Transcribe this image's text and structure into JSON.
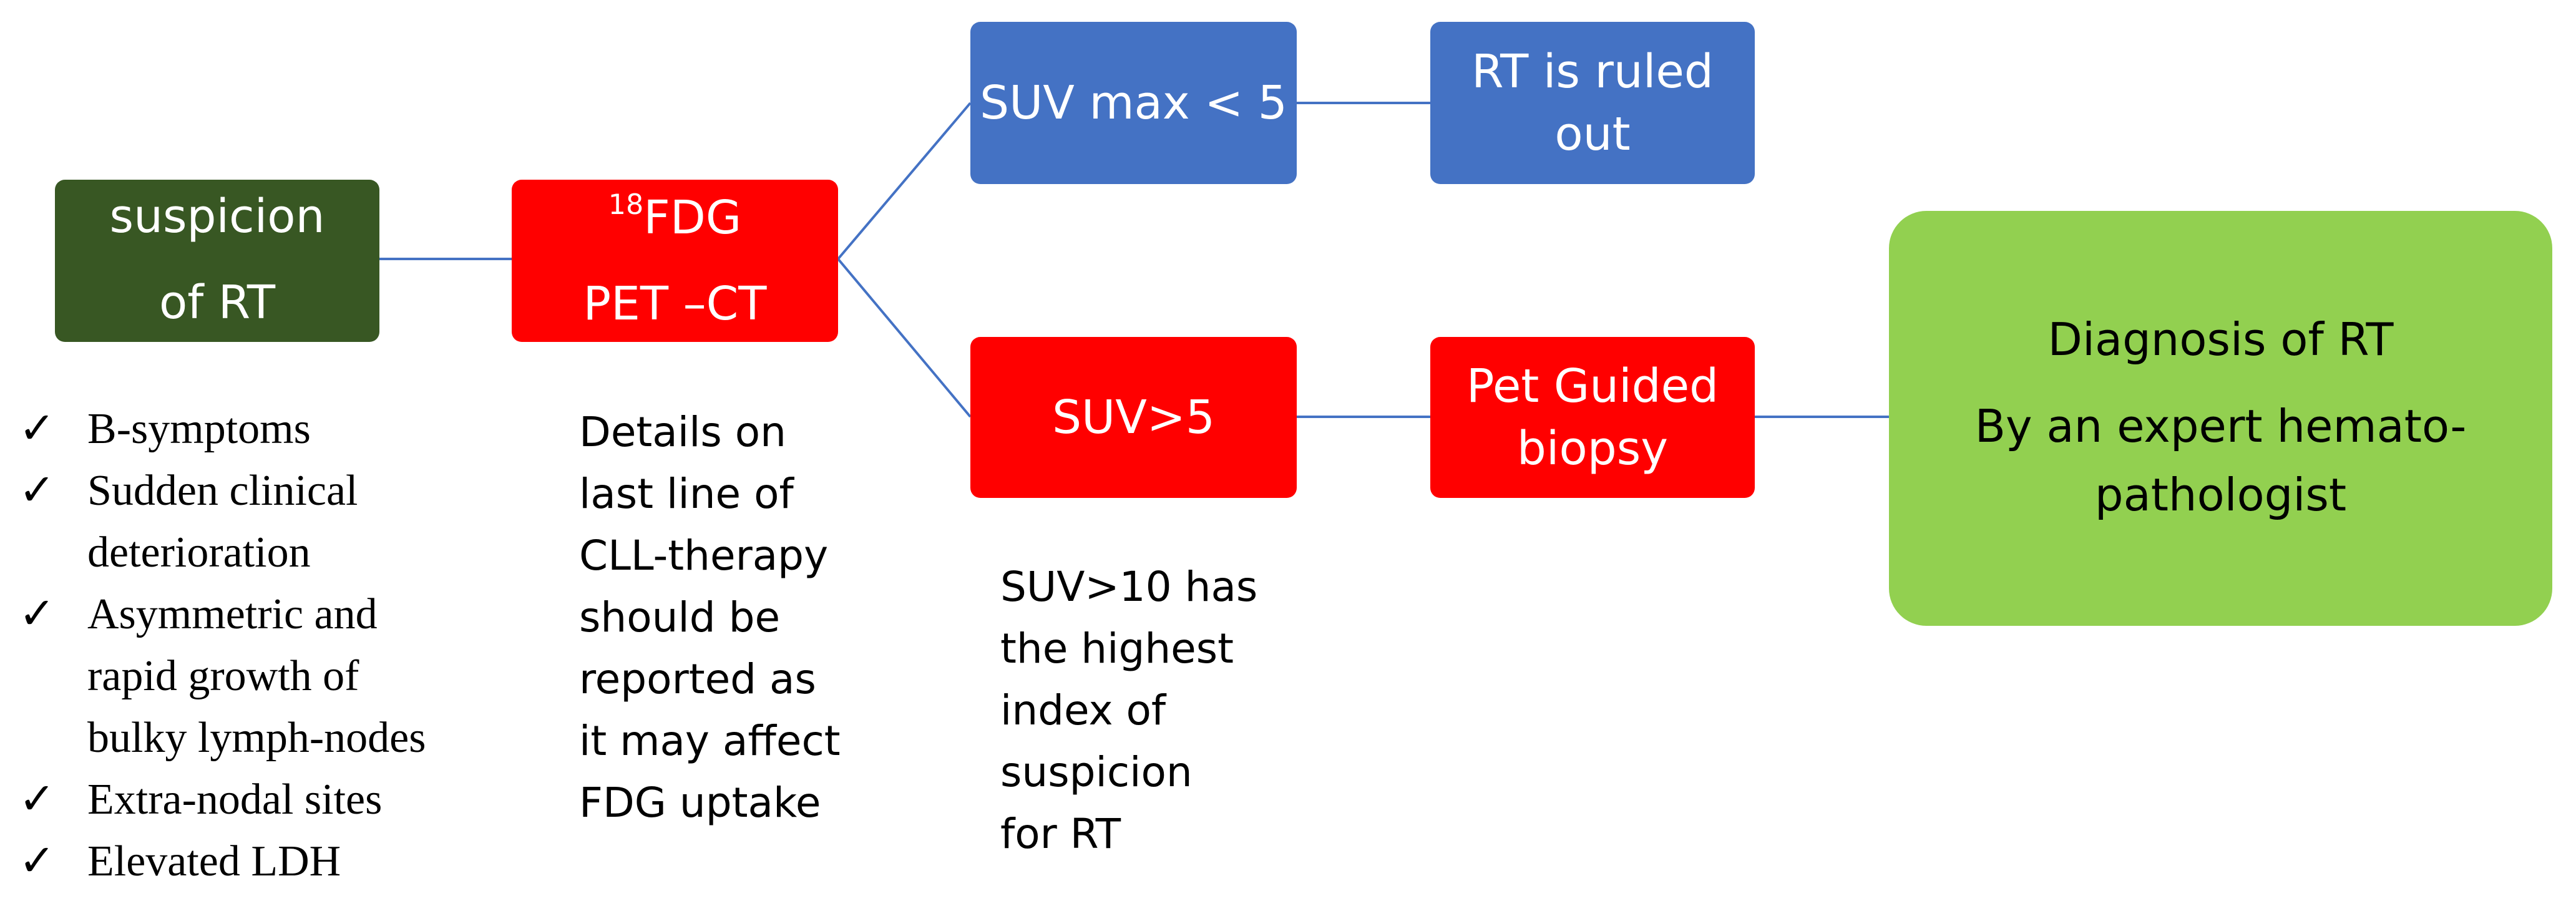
{
  "colors": {
    "dark_green": "#385723",
    "red": "#ff0000",
    "blue": "#4472c4",
    "light_green": "#92d050",
    "connector": "#4472c4"
  },
  "nodes": {
    "suspicion": {
      "lines": [
        "suspicion",
        "of RT"
      ]
    },
    "pet_ct": {
      "superscript": "18",
      "line1": "FDG",
      "line2": "PET –CT"
    },
    "suv_low": {
      "label": "SUV max < 5"
    },
    "rt_ruled_out": {
      "lines": [
        "RT is ruled",
        "out"
      ]
    },
    "suv_high": {
      "label": "SUV>5"
    },
    "pet_biopsy": {
      "lines": [
        "Pet Guided",
        "biopsy"
      ]
    },
    "diagnosis": {
      "lines": [
        "Diagnosis of RT",
        "By an expert hemato-",
        "pathologist"
      ]
    }
  },
  "symptoms": {
    "check_icon": "check-mark",
    "items": [
      {
        "lines": [
          "B-symptoms"
        ]
      },
      {
        "lines": [
          "Sudden clinical",
          "deterioration"
        ]
      },
      {
        "lines": [
          "Asymmetric and",
          "rapid growth of",
          "bulky lymph-nodes"
        ]
      },
      {
        "lines": [
          "Extra-nodal sites"
        ]
      },
      {
        "lines": [
          "Elevated LDH"
        ]
      }
    ]
  },
  "pet_note": {
    "lines": [
      "Details on",
      "last line of",
      "CLL-therapy",
      "should be",
      "reported as",
      "it may affect",
      "FDG uptake"
    ]
  },
  "suv_note": {
    "lines": [
      "SUV>10 has",
      "the highest",
      "index of",
      "suspicion",
      "for RT"
    ]
  }
}
